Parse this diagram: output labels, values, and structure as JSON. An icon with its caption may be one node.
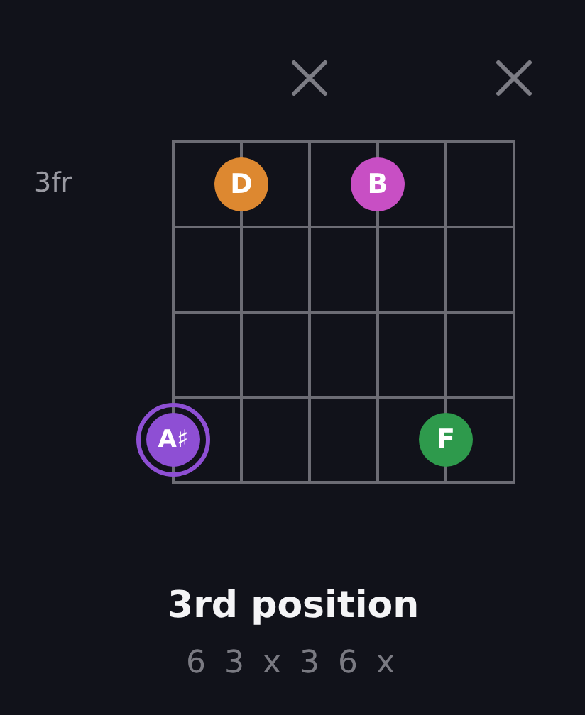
{
  "diagram": {
    "title": "3rd position",
    "nodes": [
      {
        "text": [
          "D"
        ]
      },
      {
        "text": [
          "B"
        ]
      },
      {
        "text": [
          "A♯"
        ]
      },
      {
        "text": [
          "F"
        ]
      }
    ],
    "labels": [
      "3fr",
      "6 3 x 3 6 x"
    ]
  }
}
